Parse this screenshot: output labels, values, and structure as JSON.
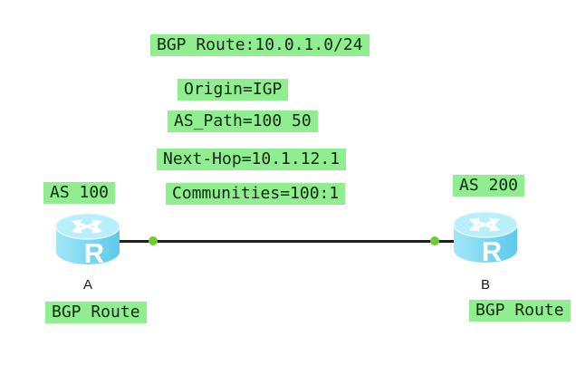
{
  "annotations": {
    "route_header": "BGP Route:10.0.1.0/24",
    "origin": "Origin=IGP",
    "as_path": "AS_Path=100 50",
    "next_hop": "Next-Hop=10.1.12.1",
    "communities": "Communities=100:1"
  },
  "devices": [
    {
      "name": "A",
      "as_label": "AS 100",
      "route_label": "BGP Route",
      "letter": "R"
    },
    {
      "name": "B",
      "as_label": "AS 200",
      "route_label": "BGP Route",
      "letter": "R"
    }
  ],
  "link": {
    "line_color": "#1F1F1F",
    "endpoint_status_color": "#6FCE2E",
    "endpoint_status": "up"
  },
  "colors": {
    "note_background": "#90EE90",
    "note_text": "#0C290C",
    "router_body": "#7ED8F2",
    "router_top": "#B9EEFB"
  }
}
